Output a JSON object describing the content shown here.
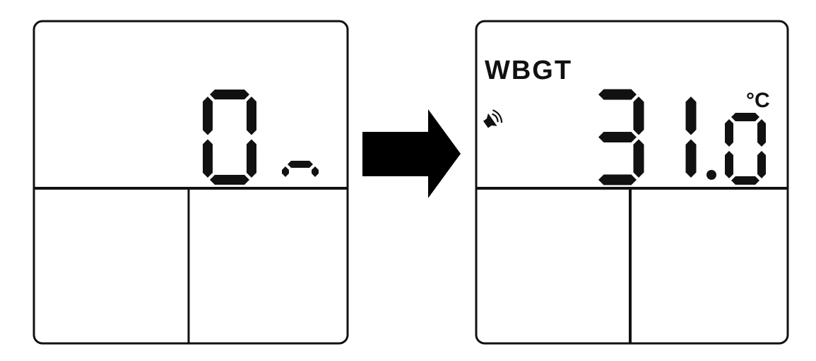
{
  "colors": {
    "ink": "#111111",
    "background": "#ffffff"
  },
  "screen_before": {
    "main_display": [
      "0",
      "n"
    ],
    "label": "On"
  },
  "arrow": {
    "icon": "right-arrow-icon"
  },
  "screen_after": {
    "mode_label": "WBGT",
    "main_display": [
      "3",
      "1",
      ".",
      "0"
    ],
    "value": "31.0",
    "unit": "°C",
    "indicator_icon": "sound-wave-icon"
  }
}
